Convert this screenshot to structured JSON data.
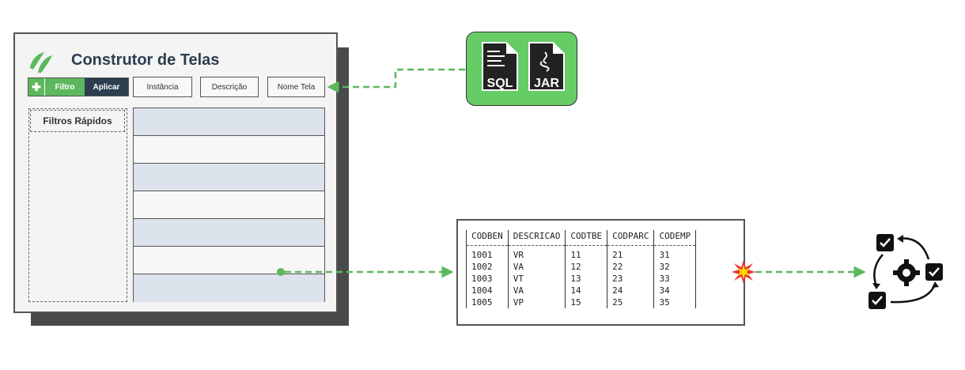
{
  "window": {
    "title": "Construtor de Telas",
    "toolbar": {
      "plus_icon": "plus-icon",
      "filtro_label": "Filtro",
      "aplicar_label": "Aplicar",
      "instancia_label": "Instância",
      "descricao_label": "Descrição",
      "nome_tela_label": "Nome Tela"
    },
    "quick_filters_title": "Filtros Rápidos",
    "grid_rows": 7
  },
  "files": [
    {
      "label": "SQL",
      "icon": "sql-file-icon"
    },
    {
      "label": "JAR",
      "icon": "jar-file-icon"
    }
  ],
  "table": {
    "headers": [
      "CODBEN",
      "DESCRICAO",
      "CODTBE",
      "CODPARC",
      "CODEMP"
    ],
    "rows": [
      [
        "1001",
        "VR",
        "11",
        "21",
        "31"
      ],
      [
        "1002",
        "VA",
        "12",
        "22",
        "32"
      ],
      [
        "1003",
        "VT",
        "13",
        "23",
        "33"
      ],
      [
        "1004",
        "VA",
        "14",
        "24",
        "34"
      ],
      [
        "1005",
        "VP",
        "15",
        "25",
        "35"
      ]
    ]
  },
  "colors": {
    "accent_green": "#5cb85c",
    "dark_navy": "#2c3e50",
    "arrow_green": "#5cb85c",
    "files_bg": "#66cc66"
  },
  "icons": [
    "logo-leaf-icon",
    "explosion-icon",
    "gear-cycle-icon",
    "checkbox-icon"
  ]
}
